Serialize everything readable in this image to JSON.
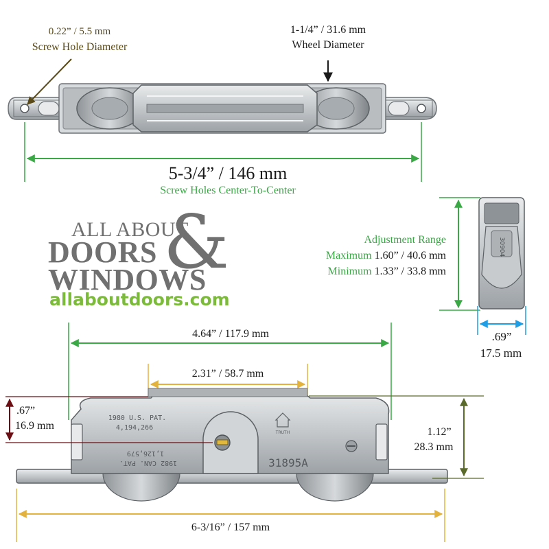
{
  "colors": {
    "green": "#39a845",
    "black": "#1a1a1a",
    "blue": "#1f9ee6",
    "gold": "#e2b23d",
    "maroon": "#6b0f14",
    "olive": "#5a6a2a",
    "brown": "#5a4a18",
    "metal": "#c9ccce",
    "brand_gray": "#707070"
  },
  "labels": {
    "screw_hole_value": "0.22” / 5.5 mm",
    "screw_hole_caption": "Screw Hole Diameter",
    "wheel_value": "1-1/4” / 31.6 mm",
    "wheel_caption": "Wheel Diameter",
    "center_value": "5-3/4” / 146 mm",
    "center_caption": "Screw Holes Center-To-Center",
    "adjust_title": "Adjustment Range",
    "adjust_max_label": "Maximum",
    "adjust_max_value": "1.60” / 40.6 mm",
    "adjust_min_label": "Minimum",
    "adjust_min_value": "1.33” / 33.8 mm",
    "width_in": ".69”",
    "width_mm": "17.5 mm",
    "span_464": "4.64” / 117.9 mm",
    "span_231": "2.31” / 58.7 mm",
    "height_067_in": ".67”",
    "height_067_mm": "16.9 mm",
    "height_112_in": "1.12”",
    "height_112_mm": "28.3 mm",
    "span_6316": "6-3/16” / 157 mm"
  },
  "brand": {
    "line1": "ALL ABOUT",
    "line2": "DOORS",
    "line3": "WINDOWS",
    "ampersand": "&",
    "url": "allaboutdoors.com"
  },
  "stamps": {
    "pat_us": "1980 U.S. PAT.",
    "pat_us_no": "4,194,266",
    "pat_can": "1982 CAN. PAT.",
    "pat_can_no": "1,126,579",
    "brand_mark": "TRUTH",
    "part_number": "31895A",
    "side_number": "30904"
  }
}
